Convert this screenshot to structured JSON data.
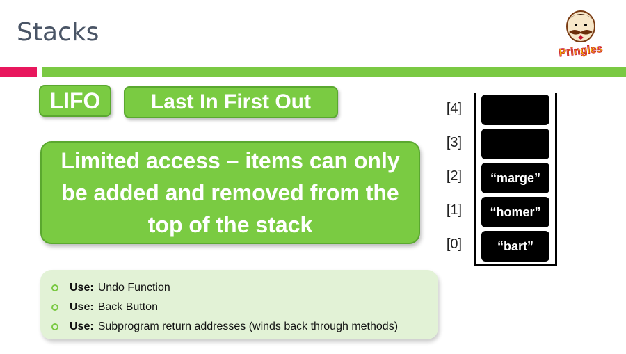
{
  "slide": {
    "title": "Stacks",
    "lifo_label": "LIFO",
    "lifo_meaning": "Last In First Out",
    "description": "Limited access – items can only be added and removed from the top of the stack"
  },
  "uses": [
    {
      "key": "Use:",
      "text": "Undo Function"
    },
    {
      "key": "Use:",
      "text": "Back Button"
    },
    {
      "key": "Use:",
      "text": "Subprogram return addresses (winds back through methods)"
    }
  ],
  "stack": [
    {
      "index": "[4]",
      "value": ""
    },
    {
      "index": "[3]",
      "value": ""
    },
    {
      "index": "[2]",
      "value": "“marge”"
    },
    {
      "index": "[1]",
      "value": "“homer”"
    },
    {
      "index": "[0]",
      "value": "“bart”"
    }
  ],
  "logo": {
    "name": "pringles-logo",
    "text": "Pringles"
  },
  "colors": {
    "accent_green": "#7ac943",
    "accent_pink": "#e8175d",
    "title": "#4a5566"
  }
}
